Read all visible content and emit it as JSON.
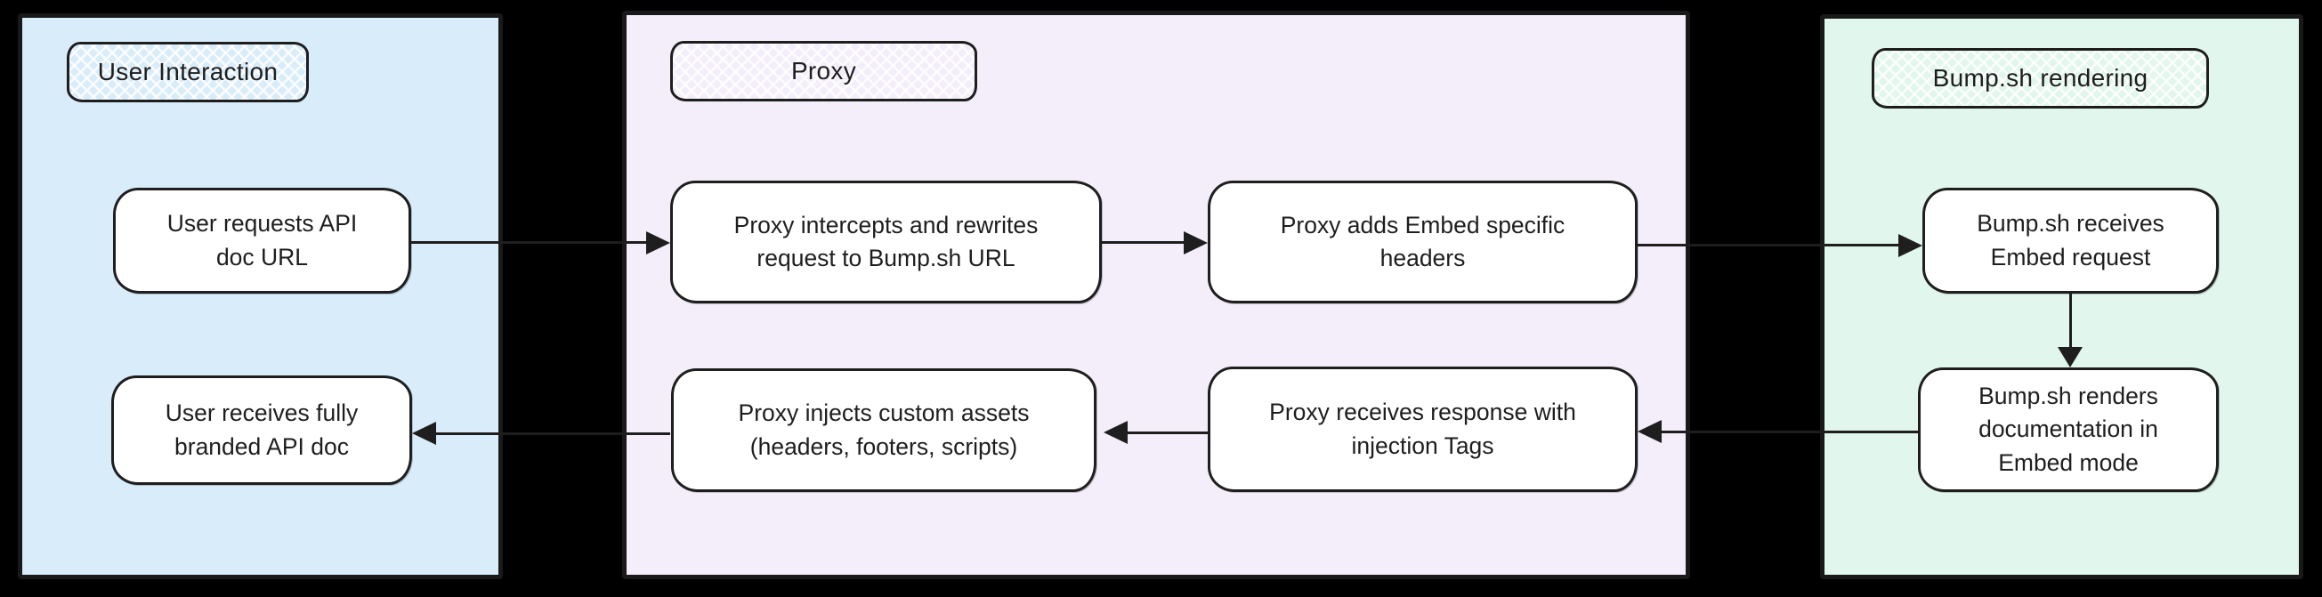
{
  "diagram": {
    "background": "#000000",
    "stroke": "#1e1e1e",
    "node_fill": "#ffffff",
    "lanes": [
      {
        "id": "user-interaction",
        "label": "User Interaction",
        "fill": "#d8ecfa",
        "nodes": [
          {
            "id": "user-requests-api-doc-url",
            "text": "User requests API\ndoc URL"
          },
          {
            "id": "user-receives-branded-doc",
            "text": "User receives fully\nbranded API doc"
          }
        ]
      },
      {
        "id": "proxy",
        "label": "Proxy",
        "fill": "#f4eefb",
        "nodes": [
          {
            "id": "proxy-intercepts-rewrites",
            "text": "Proxy intercepts and rewrites\nrequest to Bump.sh URL"
          },
          {
            "id": "proxy-adds-embed-headers",
            "text": "Proxy adds Embed specific\nheaders"
          },
          {
            "id": "proxy-injects-custom-assets",
            "text": "Proxy injects custom assets\n(headers, footers, scripts)"
          },
          {
            "id": "proxy-receives-response",
            "text": "Proxy receives response with\ninjection Tags"
          }
        ]
      },
      {
        "id": "bumpsh-rendering",
        "label": "Bump.sh rendering",
        "fill": "#e1f6ec",
        "nodes": [
          {
            "id": "bumpsh-receives-embed-request",
            "text": "Bump.sh receives\nEmbed request"
          },
          {
            "id": "bumpsh-renders-embed-mode",
            "text": "Bump.sh renders\ndocumentation in\nEmbed mode"
          }
        ]
      }
    ],
    "edges": [
      {
        "from": "user-requests-api-doc-url",
        "to": "proxy-intercepts-rewrites",
        "direction": "right"
      },
      {
        "from": "proxy-intercepts-rewrites",
        "to": "proxy-adds-embed-headers",
        "direction": "right"
      },
      {
        "from": "proxy-adds-embed-headers",
        "to": "bumpsh-receives-embed-request",
        "direction": "right"
      },
      {
        "from": "bumpsh-receives-embed-request",
        "to": "bumpsh-renders-embed-mode",
        "direction": "down"
      },
      {
        "from": "bumpsh-renders-embed-mode",
        "to": "proxy-receives-response",
        "direction": "left"
      },
      {
        "from": "proxy-receives-response",
        "to": "proxy-injects-custom-assets",
        "direction": "left"
      },
      {
        "from": "proxy-injects-custom-assets",
        "to": "user-receives-branded-doc",
        "direction": "left"
      }
    ]
  }
}
